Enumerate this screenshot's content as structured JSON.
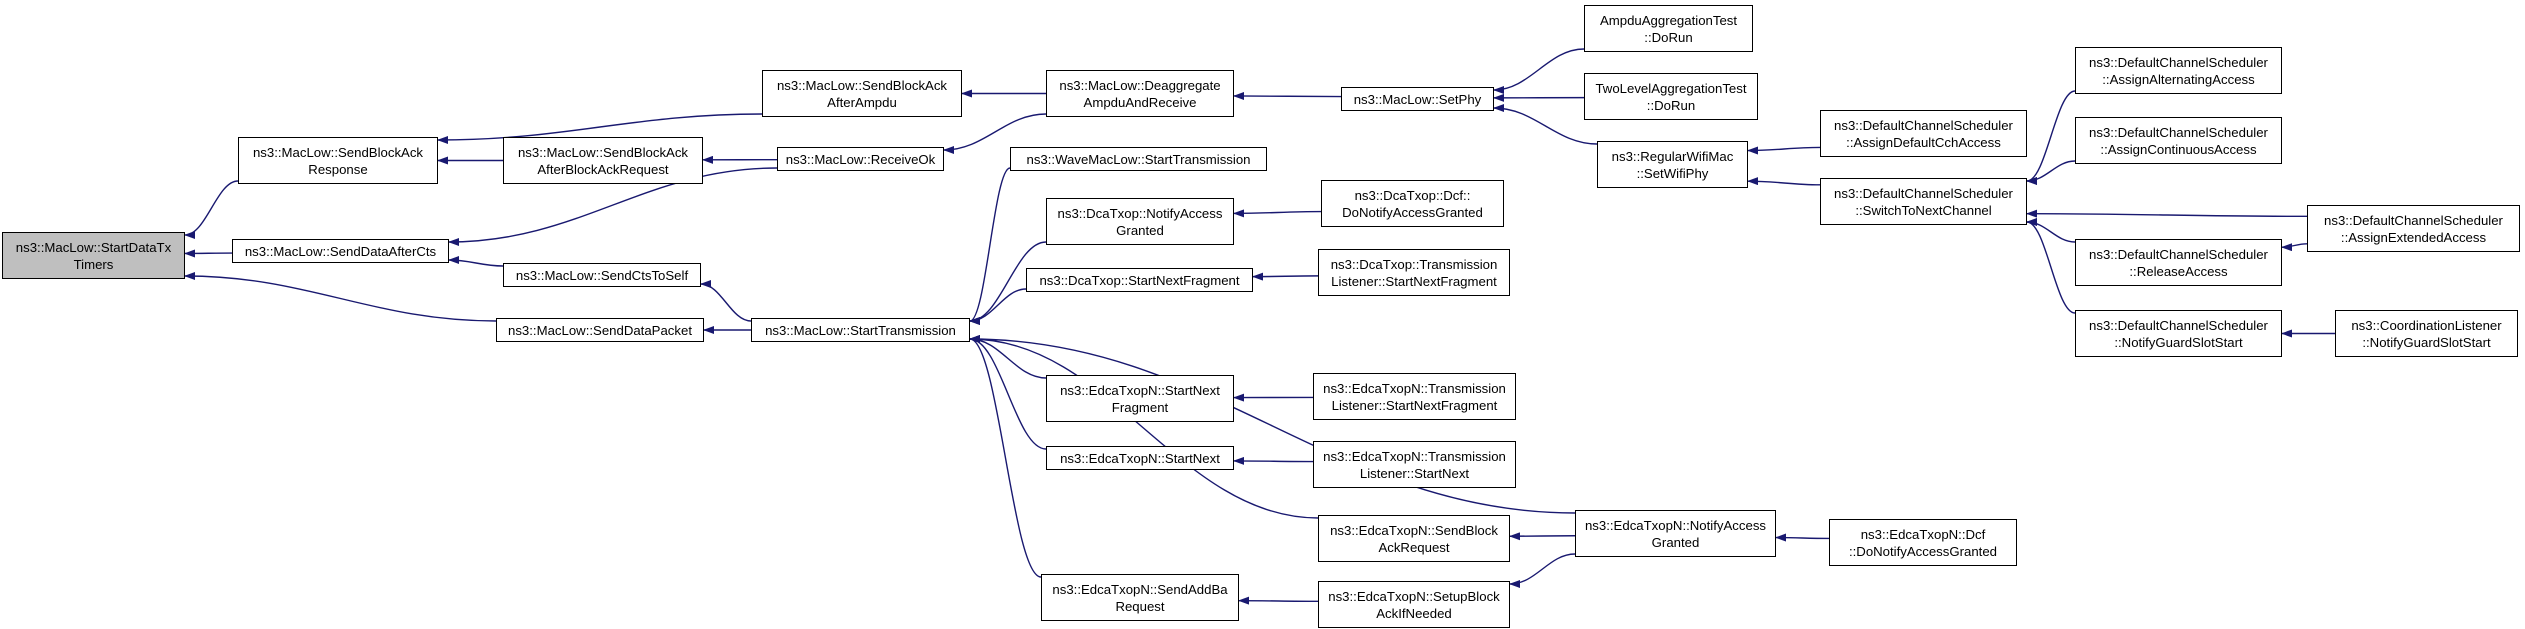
{
  "nodes": [
    {
      "id": "root",
      "lines": [
        "ns3::MacLow::StartDataTx",
        "Timers"
      ],
      "root": true
    },
    {
      "id": "sba_resp",
      "lines": [
        "ns3::MacLow::SendBlockAck",
        "Response"
      ]
    },
    {
      "id": "sdac",
      "lines": [
        "ns3::MacLow::SendDataAfterCts"
      ]
    },
    {
      "id": "sdp",
      "lines": [
        "ns3::MacLow::SendDataPacket"
      ]
    },
    {
      "id": "sba_ampdu",
      "lines": [
        "ns3::MacLow::SendBlockAck",
        "AfterAmpdu"
      ]
    },
    {
      "id": "sba_abar",
      "lines": [
        "ns3::MacLow::SendBlockAck",
        "AfterBlockAckRequest"
      ]
    },
    {
      "id": "scts",
      "lines": [
        "ns3::MacLow::SendCtsToSelf"
      ]
    },
    {
      "id": "deagg",
      "lines": [
        "ns3::MacLow::Deaggregate",
        "AmpduAndReceive"
      ]
    },
    {
      "id": "rok",
      "lines": [
        "ns3::MacLow::ReceiveOk"
      ]
    },
    {
      "id": "st",
      "lines": [
        "ns3::MacLow::StartTransmission"
      ]
    },
    {
      "id": "setphy",
      "lines": [
        "ns3::MacLow::SetPhy"
      ]
    },
    {
      "id": "ampdu_test",
      "lines": [
        "AmpduAggregationTest",
        "::DoRun"
      ]
    },
    {
      "id": "twolevel",
      "lines": [
        "TwoLevelAggregationTest",
        "::DoRun"
      ]
    },
    {
      "id": "rwm",
      "lines": [
        "ns3::RegularWifiMac",
        "::SetWifiPhy"
      ]
    },
    {
      "id": "wave_st",
      "lines": [
        "ns3::WaveMacLow::StartTransmission"
      ]
    },
    {
      "id": "dca_nag",
      "lines": [
        "ns3::DcaTxop::NotifyAccess",
        "Granted"
      ]
    },
    {
      "id": "dca_dcf",
      "lines": [
        "ns3::DcaTxop::Dcf::",
        "DoNotifyAccessGranted"
      ]
    },
    {
      "id": "dca_snf",
      "lines": [
        "ns3::DcaTxop::StartNextFragment"
      ]
    },
    {
      "id": "dca_tl",
      "lines": [
        "ns3::DcaTxop::Transmission",
        "Listener::StartNextFragment"
      ]
    },
    {
      "id": "edca_snf",
      "lines": [
        "ns3::EdcaTxopN::StartNext",
        "Fragment"
      ]
    },
    {
      "id": "edca_tl_snf",
      "lines": [
        "ns3::EdcaTxopN::Transmission",
        "Listener::StartNextFragment"
      ]
    },
    {
      "id": "edca_sn",
      "lines": [
        "ns3::EdcaTxopN::StartNext"
      ]
    },
    {
      "id": "edca_tl_sn",
      "lines": [
        "ns3::EdcaTxopN::Transmission",
        "Listener::StartNext"
      ]
    },
    {
      "id": "edca_sbar",
      "lines": [
        "ns3::EdcaTxopN::SendBlock",
        "AckRequest"
      ]
    },
    {
      "id": "edca_sab",
      "lines": [
        "ns3::EdcaTxopN::SendAddBa",
        "Request"
      ]
    },
    {
      "id": "edca_setup",
      "lines": [
        "ns3::EdcaTxopN::SetupBlock",
        "AckIfNeeded"
      ]
    },
    {
      "id": "edca_nag",
      "lines": [
        "ns3::EdcaTxopN::NotifyAccess",
        "Granted"
      ]
    },
    {
      "id": "edca_dcf",
      "lines": [
        "ns3::EdcaTxopN::Dcf",
        "::DoNotifyAccessGranted"
      ]
    },
    {
      "id": "dcs_adcch",
      "lines": [
        "ns3::DefaultChannelScheduler",
        "::AssignDefaultCchAccess"
      ]
    },
    {
      "id": "dcs_stnc",
      "lines": [
        "ns3::DefaultChannelScheduler",
        "::SwitchToNextChannel"
      ]
    },
    {
      "id": "dcs_aalt",
      "lines": [
        "ns3::DefaultChannelScheduler",
        "::AssignAlternatingAccess"
      ]
    },
    {
      "id": "dcs_acont",
      "lines": [
        "ns3::DefaultChannelScheduler",
        "::AssignContinuousAccess"
      ]
    },
    {
      "id": "dcs_rel",
      "lines": [
        "ns3::DefaultChannelScheduler",
        "::ReleaseAccess"
      ]
    },
    {
      "id": "dcs_ngss",
      "lines": [
        "ns3::DefaultChannelScheduler",
        "::NotifyGuardSlotStart"
      ]
    },
    {
      "id": "dcs_aext",
      "lines": [
        "ns3::DefaultChannelScheduler",
        "::AssignExtendedAccess"
      ]
    },
    {
      "id": "cl_ngss",
      "lines": [
        "ns3::CoordinationListener",
        "::NotifyGuardSlotStart"
      ]
    }
  ],
  "edges": [
    {
      "from": "sba_resp",
      "to": "root"
    },
    {
      "from": "sdac",
      "to": "root"
    },
    {
      "from": "sdp",
      "to": "root"
    },
    {
      "from": "sba_ampdu",
      "to": "sba_resp"
    },
    {
      "from": "sba_abar",
      "to": "sba_resp"
    },
    {
      "from": "rok",
      "to": "sdac"
    },
    {
      "from": "scts",
      "to": "sdac"
    },
    {
      "from": "st",
      "to": "sdp"
    },
    {
      "from": "deagg",
      "to": "sba_ampdu"
    },
    {
      "from": "rok",
      "to": "sba_abar"
    },
    {
      "from": "st",
      "to": "scts"
    },
    {
      "from": "deagg",
      "to": "rok"
    },
    {
      "from": "setphy",
      "to": "deagg"
    },
    {
      "from": "ampdu_test",
      "to": "setphy"
    },
    {
      "from": "twolevel",
      "to": "setphy"
    },
    {
      "from": "rwm",
      "to": "setphy"
    },
    {
      "from": "dcs_adcch",
      "to": "rwm"
    },
    {
      "from": "dcs_stnc",
      "to": "rwm"
    },
    {
      "from": "dcs_aalt",
      "to": "dcs_stnc"
    },
    {
      "from": "dcs_acont",
      "to": "dcs_stnc"
    },
    {
      "from": "dcs_aext",
      "to": "dcs_stnc"
    },
    {
      "from": "dcs_rel",
      "to": "dcs_stnc"
    },
    {
      "from": "dcs_ngss",
      "to": "dcs_stnc"
    },
    {
      "from": "dcs_aext",
      "to": "dcs_rel"
    },
    {
      "from": "cl_ngss",
      "to": "dcs_ngss"
    },
    {
      "from": "wave_st",
      "to": "st"
    },
    {
      "from": "dca_nag",
      "to": "st"
    },
    {
      "from": "dca_snf",
      "to": "st"
    },
    {
      "from": "edca_snf",
      "to": "st"
    },
    {
      "from": "edca_sn",
      "to": "st"
    },
    {
      "from": "edca_sbar",
      "to": "st"
    },
    {
      "from": "edca_sab",
      "to": "st"
    },
    {
      "from": "edca_nag",
      "to": "st"
    },
    {
      "from": "dca_dcf",
      "to": "dca_nag"
    },
    {
      "from": "dca_tl",
      "to": "dca_snf"
    },
    {
      "from": "edca_tl_snf",
      "to": "edca_snf"
    },
    {
      "from": "edca_tl_sn",
      "to": "edca_sn"
    },
    {
      "from": "edca_setup",
      "to": "edca_sab"
    },
    {
      "from": "edca_nag",
      "to": "edca_sbar"
    },
    {
      "from": "edca_nag",
      "to": "edca_setup"
    },
    {
      "from": "edca_dcf",
      "to": "edca_nag"
    }
  ],
  "colors": {
    "edge": "#191970",
    "root_fill": "#bfbfbf",
    "node_fill": "#ffffff",
    "node_border": "#000000"
  }
}
